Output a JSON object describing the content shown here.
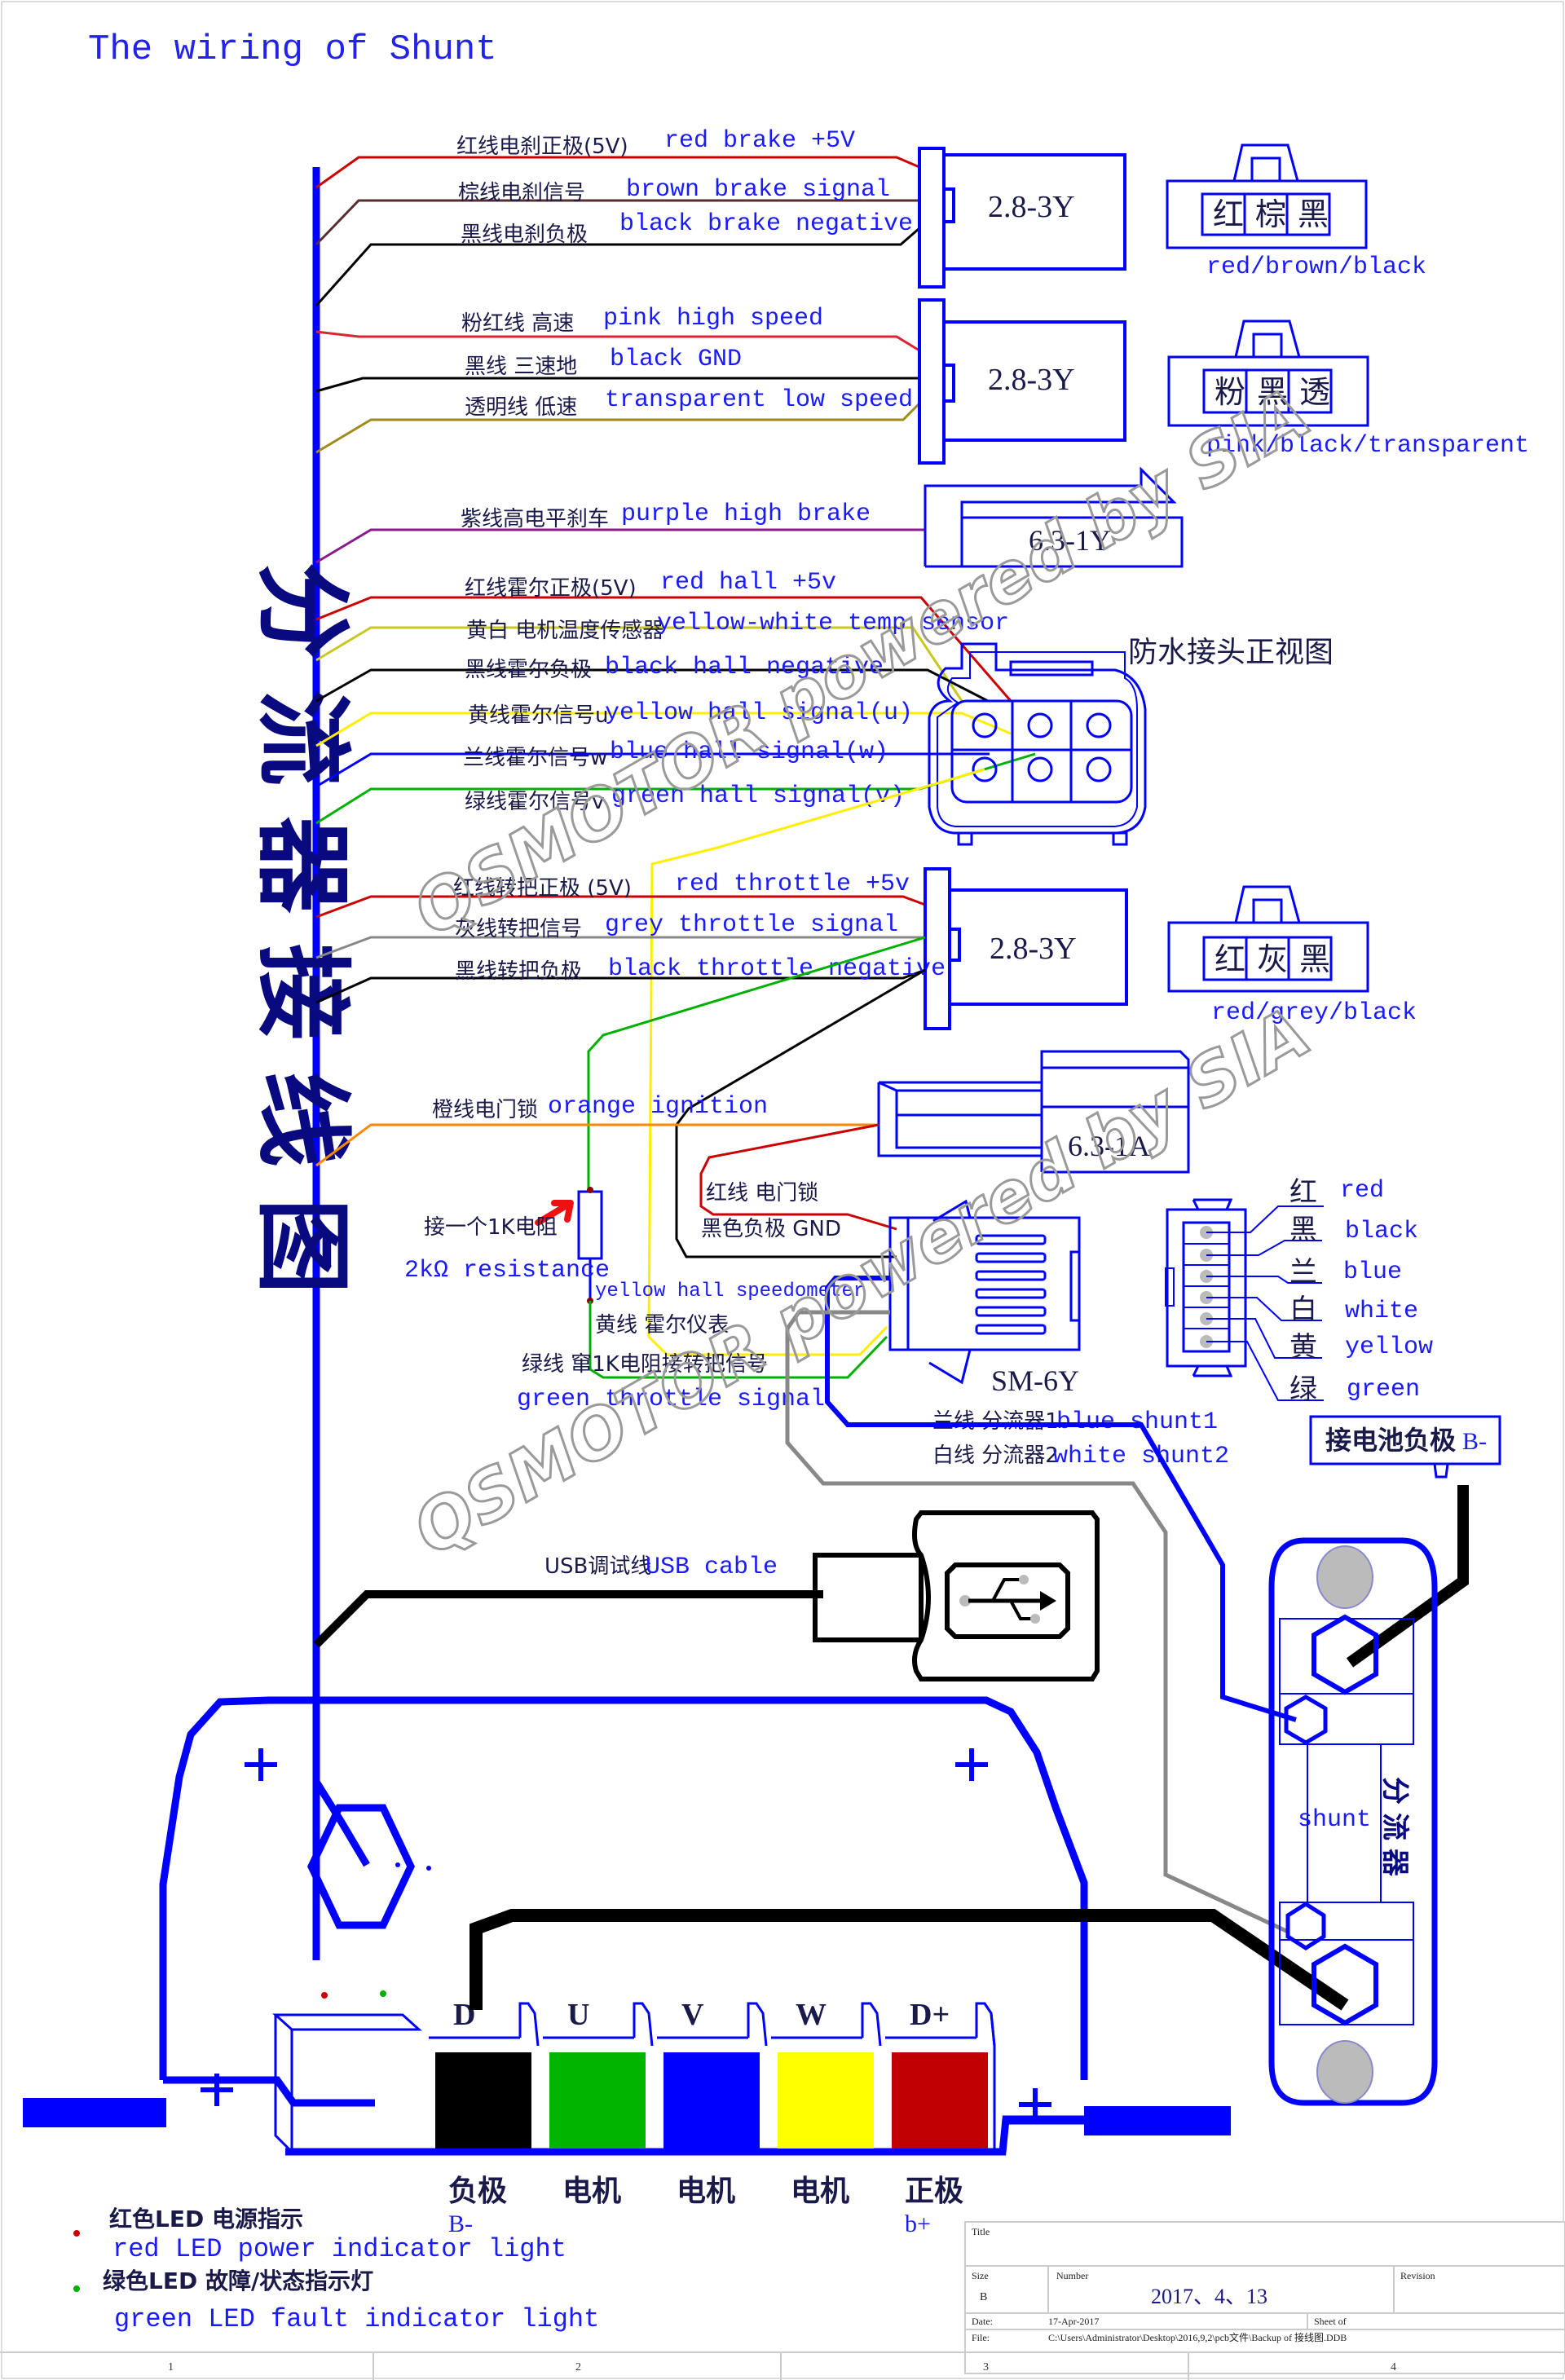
{
  "title": "The wiring of Shunt",
  "vertical_title": "分流器接线图",
  "watermark": "QSMOTOR powered by SIA",
  "colors": {
    "diagram_blue": "#0000ff",
    "label_blue": "#1a1aff",
    "label_dark": "#1a1a4a",
    "red": "#cc0000",
    "brown": "#5a2d2d",
    "black": "#000000",
    "pink": "#dd2233",
    "olive": "#a08a1a",
    "purple": "#8b1a8b",
    "yellow_white": "#c8c820",
    "yellow": "#ffee00",
    "blue_wire": "#0000ff",
    "green": "#00b000",
    "grey": "#888888",
    "orange": "#ff8800"
  },
  "brake_group": {
    "connector": "2.8-3Y",
    "wires": [
      {
        "cn": "红线电刹正极(5V)",
        "en": "red brake +5V",
        "color": "#cc0000"
      },
      {
        "cn": "棕线电刹信号",
        "en": "brown brake signal",
        "color": "#5a2d2d"
      },
      {
        "cn": "黑线电刹负极",
        "en": "black brake negative",
        "color": "#000000"
      }
    ],
    "pin_chars": [
      "红",
      "棕",
      "黑"
    ],
    "pin_caption": "red/brown/black"
  },
  "speed_group": {
    "connector": "2.8-3Y",
    "wires": [
      {
        "cn": "粉红线 高速",
        "en": "pink high speed",
        "color": "#dd2233"
      },
      {
        "cn": "黑线 三速地",
        "en": "black GND",
        "color": "#000000"
      },
      {
        "cn": "透明线 低速",
        "en": "transparent low speed",
        "color": "#a08a1a"
      }
    ],
    "pin_chars": [
      "粉",
      "黑",
      "透"
    ],
    "pin_caption": "pink/black/transparent"
  },
  "high_brake": {
    "connector": "6.3-1Y",
    "wire": {
      "cn": "紫线高电平刹车",
      "en": "purple high brake",
      "color": "#8b1a8b"
    }
  },
  "hall_group": {
    "connector_caption": "防水接头正视图",
    "wires": [
      {
        "cn": "红线霍尔正极(5V)",
        "en": "red hall +5v",
        "color": "#cc0000"
      },
      {
        "cn": "黄白 电机温度传感器",
        "en": "yellow-white temp sensor",
        "color": "#c8c820"
      },
      {
        "cn": "黑线霍尔负极",
        "en": "black hall negative",
        "color": "#000000"
      },
      {
        "cn": "黄线霍尔信号u",
        "en": "yellow hall signal(u)",
        "color": "#ffee00"
      },
      {
        "cn": "兰线霍尔信号w",
        "en": "blue hall signal(w)",
        "color": "#0000ff"
      },
      {
        "cn": "绿线霍尔信号v",
        "en": "green hall signal(v)",
        "color": "#00b000"
      }
    ]
  },
  "throttle_group": {
    "connector": "2.8-3Y",
    "wires": [
      {
        "cn": "红线转把正极 (5V)",
        "en": "red throttle +5v",
        "color": "#cc0000"
      },
      {
        "cn": "灰线转把信号",
        "en": "grey throttle signal",
        "color": "#888888"
      },
      {
        "cn": "黑线转把负极",
        "en": "black throttle negative",
        "color": "#000000"
      }
    ],
    "pin_chars": [
      "红",
      "灰",
      "黑"
    ],
    "pin_caption": "red/grey/black"
  },
  "ignition": {
    "connector": "6.3-1A",
    "wire": {
      "cn": "橙线电门锁",
      "en": "orange ignition",
      "color": "#ff8800"
    }
  },
  "resistor": {
    "cn": "接一个1K电阻",
    "en": "2kΩ resistance"
  },
  "sm6y": {
    "connector": "SM-6Y",
    "labels": {
      "red_ignition_cn": "红线 电门锁",
      "black_gnd_cn": "黑色负极 GND",
      "yellow_speedo_en": "yellow hall speedometer",
      "yellow_speedo_cn": "黄线 霍尔仪表",
      "green_throttle_cn": "绿线 窜1K电阻接转把信号",
      "green_throttle_en": "green throttle signal",
      "blue_shunt_cn": "兰线 分流器1",
      "blue_shunt_en": "blue shunt1",
      "white_shunt_cn": "白线 分流器2",
      "white_shunt_en": "white shunt2"
    },
    "pinout": [
      {
        "cn": "红",
        "en": "red"
      },
      {
        "cn": "黑",
        "en": "black"
      },
      {
        "cn": "兰",
        "en": "blue"
      },
      {
        "cn": "白",
        "en": "white"
      },
      {
        "cn": "黄",
        "en": "yellow"
      },
      {
        "cn": "绿",
        "en": "green"
      }
    ]
  },
  "battery_negative": {
    "cn": "接电池负极",
    "en": "B-"
  },
  "usb": {
    "cn": "USB调试线",
    "en": "USB cable"
  },
  "shunt": {
    "en": "shunt",
    "cn": "分流器"
  },
  "phase_terminals": [
    {
      "letter": "D",
      "cn": "负极",
      "sub": "B-",
      "color": "#000000"
    },
    {
      "letter": "U",
      "cn": "电机",
      "sub": "",
      "color": "#00b400"
    },
    {
      "letter": "V",
      "cn": "电机",
      "sub": "",
      "color": "#0000ff"
    },
    {
      "letter": "W",
      "cn": "电机",
      "sub": "",
      "color": "#ffff00"
    },
    {
      "letter": "D+",
      "cn": "正极",
      "sub": "b+",
      "color": "#c00000"
    }
  ],
  "led_legend": [
    {
      "cn": "红色LED 电源指示",
      "en": "red LED power indicator light",
      "color": "#cc0000"
    },
    {
      "cn": "绿色LED 故障/状态指示灯",
      "en": "green LED fault indicator light",
      "color": "#00b000"
    }
  ],
  "title_block": {
    "title_label": "Title",
    "size_label": "Size",
    "size_value": "B",
    "number_label": "Number",
    "number_value": "2017、4、13",
    "revision_label": "Revision",
    "date_label": "Date:",
    "date_value": "17-Apr-2017",
    "sheet_label": "Sheet  of",
    "file_label": "File:",
    "file_value": "C:\\Users\\Administrator\\Desktop\\2016,9,2\\pcb文件\\Backup of 接线图.DDB"
  },
  "border_columns": [
    "1",
    "2",
    "3",
    "4"
  ]
}
